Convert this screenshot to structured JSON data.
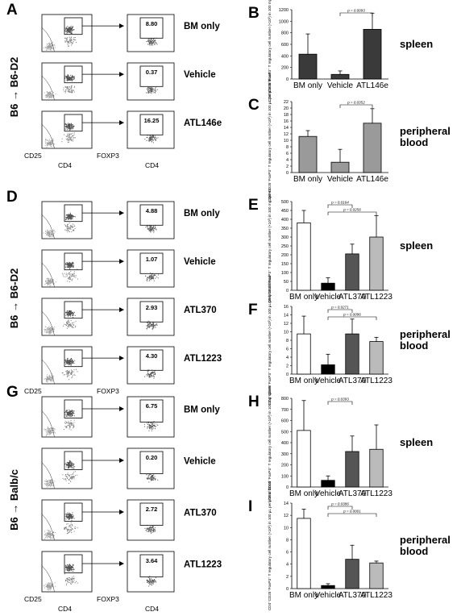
{
  "panels": {
    "A": {
      "letter": "A",
      "transplant": "B6 → B6-D2",
      "axes": {
        "y1": "CD25",
        "x1": "CD4",
        "y2": "FOXP3",
        "x2": "CD4"
      },
      "rows": [
        {
          "pct": "8.80",
          "label": "BM only"
        },
        {
          "pct": "0.37",
          "label": "Vehicle"
        },
        {
          "pct": "16.25",
          "label": "ATL146e"
        }
      ]
    },
    "D": {
      "letter": "D",
      "transplant": "B6 → B6-D2",
      "axes": {
        "y1": "CD25",
        "x1": "CD4",
        "y2": "FOXP3",
        "x2": "CD4"
      },
      "rows": [
        {
          "pct": "4.88",
          "label": "BM only"
        },
        {
          "pct": "1.07",
          "label": "Vehicle"
        },
        {
          "pct": "2.93",
          "label": "ATL370"
        },
        {
          "pct": "4.30",
          "label": "ATL1223"
        }
      ]
    },
    "G": {
      "letter": "G",
      "transplant": "B6 → Balb/c",
      "axes": {
        "y1": "CD25",
        "x1": "CD4",
        "y2": "FOXP3",
        "x2": "CD4"
      },
      "rows": [
        {
          "pct": "6.75",
          "label": "BM only"
        },
        {
          "pct": "0.20",
          "label": "Vehicle"
        },
        {
          "pct": "2.72",
          "label": "ATL370"
        },
        {
          "pct": "3.64",
          "label": "ATL1223"
        }
      ]
    }
  },
  "chart_data": [
    {
      "id": "B",
      "letter": "B",
      "type": "bar",
      "tissue": "spleen",
      "ylabel": "CD4⁺CD25⁺FoxP3⁺ T regulatory cell number (×10³) in 100 mg spleen",
      "ylim": [
        0,
        1200
      ],
      "yticks": [
        0,
        200,
        400,
        600,
        800,
        1000,
        1200
      ],
      "categories": [
        "BM only",
        "Vehicle",
        "ATL146e"
      ],
      "values": [
        430,
        80,
        860
      ],
      "errors": [
        350,
        60,
        280
      ],
      "colors": [
        "#3a3a3a",
        "#3a3a3a",
        "#3a3a3a"
      ],
      "pvalues": [
        {
          "from": 1,
          "to": 2,
          "label": "p = 0.0093"
        }
      ]
    },
    {
      "id": "C",
      "letter": "C",
      "type": "bar",
      "tissue": "peripheral blood",
      "ylabel": "CD4⁺CD25⁺FoxP3⁺ T regulatory cell number (×10³) in 100 µL peripheral blood",
      "ylim": [
        0,
        22
      ],
      "yticks": [
        0,
        2,
        4,
        6,
        8,
        10,
        12,
        14,
        16,
        18,
        20,
        22
      ],
      "categories": [
        "BM only",
        "Vehicle",
        "ATL146e"
      ],
      "values": [
        11.2,
        3.2,
        15.3
      ],
      "errors": [
        1.8,
        4.0,
        4.5
      ],
      "colors": [
        "#9a9a9a",
        "#9a9a9a",
        "#9a9a9a"
      ],
      "pvalues": [
        {
          "from": 1,
          "to": 2,
          "label": "p = 0.0352"
        }
      ]
    },
    {
      "id": "E",
      "letter": "E",
      "type": "bar",
      "tissue": "spleen",
      "ylabel": "CD4⁺CD25⁺FoxP3⁺ T regulatory cell number (×10³) in 100 mg spleen",
      "ylim": [
        0,
        500
      ],
      "yticks": [
        0,
        50,
        100,
        150,
        200,
        250,
        300,
        350,
        400,
        450,
        500
      ],
      "categories": [
        "BM only",
        "Vehicle",
        "ATL370",
        "ATL1223"
      ],
      "values": [
        380,
        40,
        205,
        300
      ],
      "errors": [
        70,
        30,
        55,
        120
      ],
      "colors": [
        "#ffffff",
        "#000000",
        "#555555",
        "#bbbbbb"
      ],
      "pvalues": [
        {
          "from": 1,
          "to": 2,
          "label": "p = 0.0164"
        },
        {
          "from": 1,
          "to": 3,
          "label": "p = 0.0256"
        }
      ]
    },
    {
      "id": "F",
      "letter": "F",
      "type": "bar",
      "tissue": "peripheral blood",
      "ylabel": "CD4⁺CD25⁺FoxP3⁺ T regulatory cell number (×10³) in 100 µL peripheral blood",
      "ylim": [
        0,
        16
      ],
      "yticks": [
        0,
        2,
        4,
        6,
        8,
        10,
        12,
        14,
        16
      ],
      "categories": [
        "BM only",
        "Vehicle",
        "ATL370",
        "ATL1223"
      ],
      "values": [
        9.5,
        2.2,
        9.5,
        7.7
      ],
      "errors": [
        4.2,
        2.5,
        3.5,
        1.0
      ],
      "colors": [
        "#ffffff",
        "#000000",
        "#555555",
        "#bbbbbb"
      ],
      "pvalues": [
        {
          "from": 1,
          "to": 2,
          "label": "p = 0.0271"
        },
        {
          "from": 1,
          "to": 3,
          "label": "p = 0.0096"
        }
      ]
    },
    {
      "id": "H",
      "letter": "H",
      "type": "bar",
      "tissue": "spleen",
      "ylabel": "CD4⁺CD25⁺FoxP3⁺ T regulatory cell number (×10³) in 100 mg spleen",
      "ylim": [
        0,
        800
      ],
      "yticks": [
        0,
        100,
        200,
        300,
        400,
        500,
        600,
        700,
        800
      ],
      "categories": [
        "BM only",
        "Vehicle",
        "ATL370",
        "ATL1223"
      ],
      "values": [
        510,
        60,
        320,
        340
      ],
      "errors": [
        270,
        40,
        140,
        220
      ],
      "colors": [
        "#ffffff",
        "#000000",
        "#555555",
        "#bbbbbb"
      ],
      "pvalues": [
        {
          "from": 1,
          "to": 2,
          "label": "p = 0.0393"
        }
      ]
    },
    {
      "id": "I",
      "letter": "I",
      "type": "bar",
      "tissue": "peripheral blood",
      "ylabel": "CD4⁺CD25⁺FoxP3⁺ T regulatory cell number (×10³) in 100 µL peripheral blood",
      "ylim": [
        0,
        14
      ],
      "yticks": [
        0,
        2,
        4,
        6,
        8,
        10,
        12,
        14
      ],
      "categories": [
        "BM only",
        "Vehicle",
        "ATL370",
        "ATL1223"
      ],
      "values": [
        11.5,
        0.5,
        4.8,
        4.2
      ],
      "errors": [
        1.5,
        0.3,
        2.3,
        0.3
      ],
      "colors": [
        "#ffffff",
        "#000000",
        "#555555",
        "#bbbbbb"
      ],
      "pvalues": [
        {
          "from": 1,
          "to": 2,
          "label": "p = 0.0386"
        },
        {
          "from": 1,
          "to": 3,
          "label": "p = 0.0001"
        }
      ]
    }
  ]
}
